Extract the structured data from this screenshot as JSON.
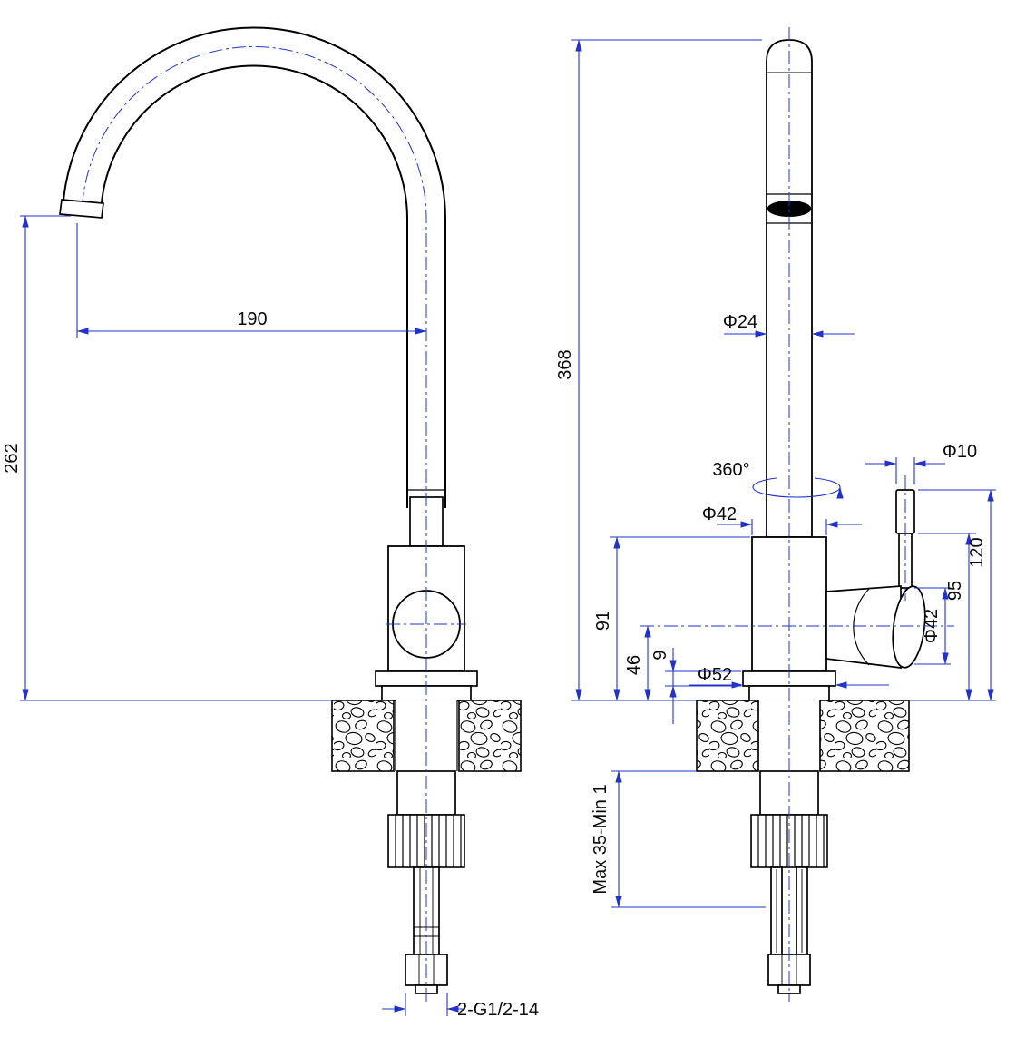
{
  "drawing": {
    "title": "kitchen-faucet-dimension-drawing",
    "colors": {
      "dimension_line": "#2233cc",
      "outline": "#000000",
      "text": "#0a0a0a"
    },
    "views": {
      "side": {
        "dim_reach": "190",
        "dim_spout_height": "262",
        "dim_thread": "2-G1/2-14"
      },
      "front": {
        "dim_total_height": "368",
        "dim_spout_pipe": "Φ24",
        "dim_rotation": "360°",
        "dim_handle_rod": "Φ10",
        "dim_body": "Φ42",
        "dim_body_height": "91",
        "dim_handle_pivot_height": "46",
        "dim_base_flange": "9",
        "dim_base": "Φ52",
        "dim_handle_cap": "Φ42",
        "dim_handle_mid_height": "95",
        "dim_handle_top_height": "120",
        "dim_mount_thickness": "Max 35-Min 1"
      }
    }
  }
}
